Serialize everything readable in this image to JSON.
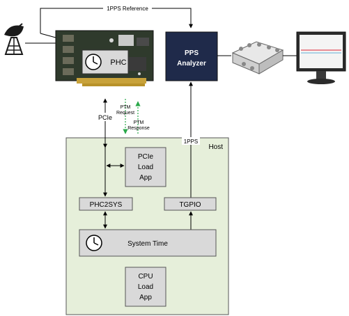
{
  "labels": {
    "pps_reference": "1PPS Reference",
    "phc": "PHC",
    "pps_analyzer_line1": "PPS",
    "pps_analyzer_line2": "Analyzer",
    "pcie": "PCIe",
    "ptm_request_line1": "PTM",
    "ptm_request_line2": "Request",
    "ptm_response_line1": "PTM",
    "ptm_response_line2": "Response",
    "one_pps": "1PPS",
    "host": "Host",
    "pcie_load_line1": "PCIe",
    "pcie_load_line2": "Load",
    "pcie_load_line3": "App",
    "phc2sys": "PHC2SYS",
    "tgpio": "TGPIO",
    "system_time": "System Time",
    "cpu_load_line1": "CPU",
    "cpu_load_line2": "Load",
    "cpu_load_line3": "App"
  },
  "icons": {
    "antenna": "satellite-dish-icon",
    "nic_card": "pcie-network-card-icon",
    "clock": "clock-icon",
    "splitter": "signal-splitter-box-icon",
    "monitor": "monitor-icon"
  },
  "colors": {
    "host_bg": "#e6efda",
    "box_gray": "#d9d9d9",
    "analyzer_navy": "#1f2a4a",
    "ptm_request_arrow": "#2aa84a",
    "ptm_response_arrow": "#2aa84a",
    "ptm_dotted": "#1a7a8a"
  }
}
